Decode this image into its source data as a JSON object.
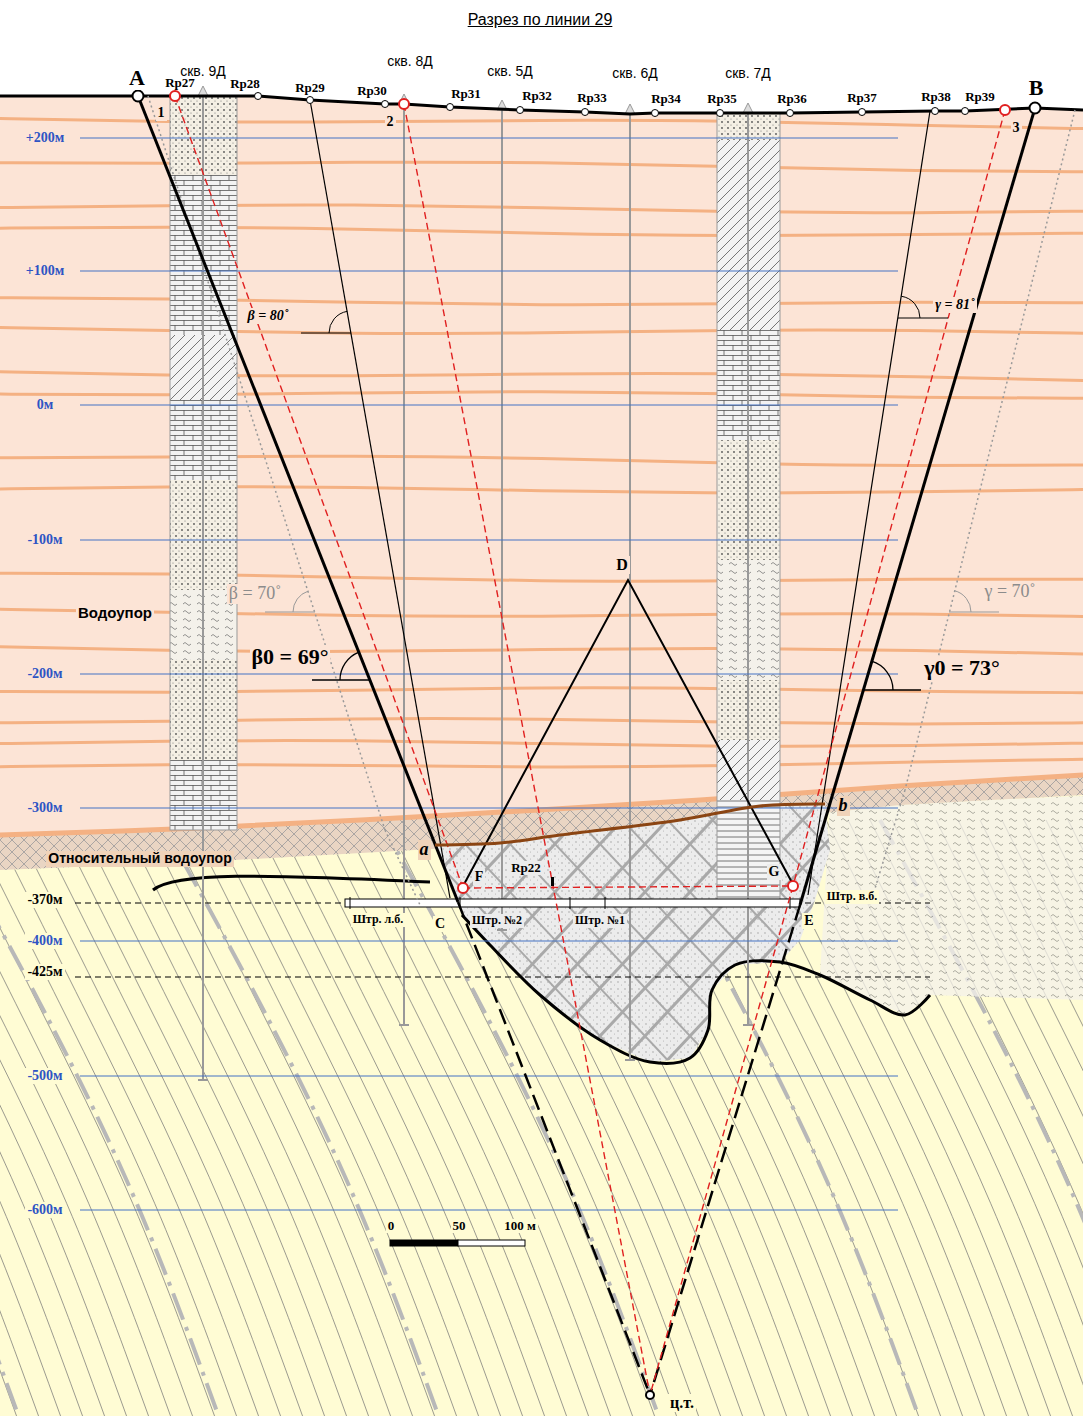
{
  "diagram": {
    "title": "Разрез по линии 29",
    "labels": [
      "A",
      "B",
      "скв. 9Д",
      "скв. 8Д",
      "скв. 5Д",
      "скв. 6Д",
      "скв. 7Д",
      "Rp27",
      "Rp28",
      "Rp29",
      "Rp30",
      "Rp31",
      "Rp32",
      "Rp33",
      "Rp34",
      "Rp35",
      "Rp36",
      "Rp37",
      "Rp38",
      "Rp39",
      "1",
      "2",
      "3",
      "+200м",
      "+100м",
      "0м",
      "-100м",
      "-200м",
      "-300м",
      "-370м",
      "-400м",
      "-425м",
      "-500м",
      "-600м",
      "β = 80˚",
      "γ = 81˚",
      "β = 70˚",
      "γ = 70˚",
      "β0 = 69°",
      "γ0 = 73°",
      "Водоупор",
      "Относительный водоупор",
      "D",
      "a",
      "b",
      "F",
      "C",
      "Rp22",
      "G",
      "E",
      "Штр. л.б.",
      "Штр. №2",
      "Штр. №1",
      "Штр. в.б.",
      "0",
      "50",
      "100 м",
      "ц.т."
    ]
  }
}
